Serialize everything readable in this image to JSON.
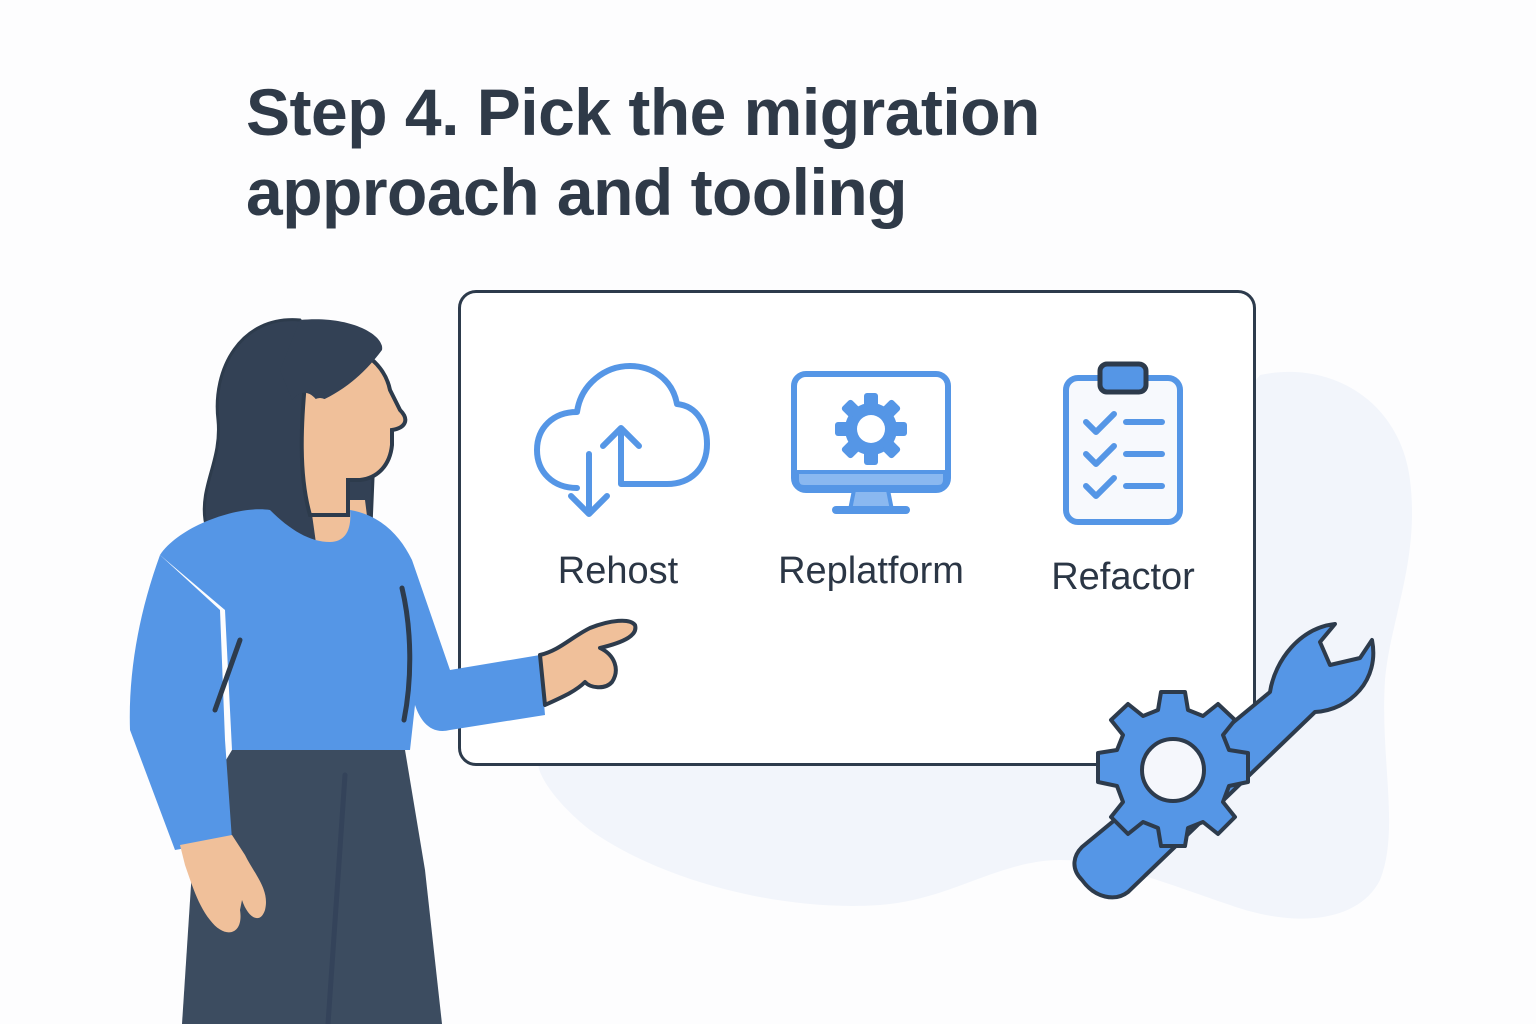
{
  "title": {
    "line1": "Step 4. Pick the migration",
    "line2": "approach and tooling"
  },
  "options": [
    {
      "label": "Rehost",
      "icon": "cloud-upload-download-icon"
    },
    {
      "label": "Replatform",
      "icon": "monitor-gear-icon"
    },
    {
      "label": "Refactor",
      "icon": "clipboard-checklist-icon"
    }
  ],
  "illustration": {
    "person": "woman-pointing-at-board",
    "tools_icon": "gear-wrench-icon"
  },
  "colors": {
    "accent_blue": "#5596e6",
    "outline_dark": "#2d3b4c",
    "title_text": "#2f3a48",
    "skin": "#f0c09a",
    "hair": "#334155",
    "pants": "#3c4c60",
    "blob_bg": "#f2f5fb"
  }
}
